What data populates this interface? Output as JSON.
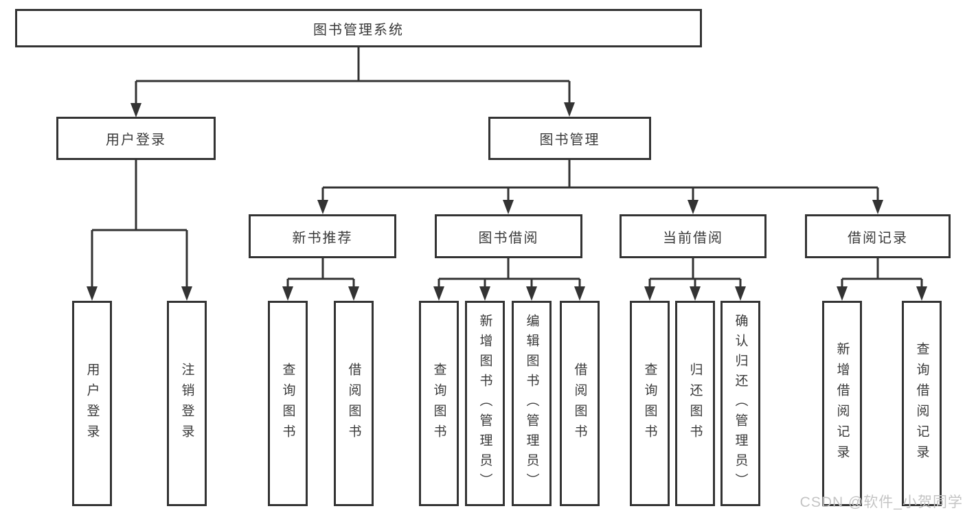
{
  "tree": {
    "root": {
      "label": "图书管理系统",
      "children": [
        {
          "label": "用户登录",
          "children": [
            {
              "label": "用户登录"
            },
            {
              "label": "注销登录"
            }
          ]
        },
        {
          "label": "图书管理",
          "children": [
            {
              "label": "新书推荐",
              "children": [
                {
                  "label": "查询图书"
                },
                {
                  "label": "借阅图书"
                }
              ]
            },
            {
              "label": "图书借阅",
              "children": [
                {
                  "label": "查询图书"
                },
                {
                  "label": "新增图书（管理员）"
                },
                {
                  "label": "编辑图书（管理员）"
                },
                {
                  "label": "借阅图书"
                }
              ]
            },
            {
              "label": "当前借阅",
              "children": [
                {
                  "label": "查询图书"
                },
                {
                  "label": "归还图书"
                },
                {
                  "label": "确认归还（管理员）"
                }
              ]
            },
            {
              "label": "借阅记录",
              "children": [
                {
                  "label": "新增借阅记录"
                },
                {
                  "label": "查询借阅记录"
                }
              ]
            }
          ]
        }
      ]
    }
  },
  "watermark": {
    "text": "CSDN @软件_小贺同学"
  },
  "colors": {
    "line": "#333333",
    "text": "#3a3a3a",
    "background": "#ffffff",
    "watermark": "#c4c4c4"
  }
}
